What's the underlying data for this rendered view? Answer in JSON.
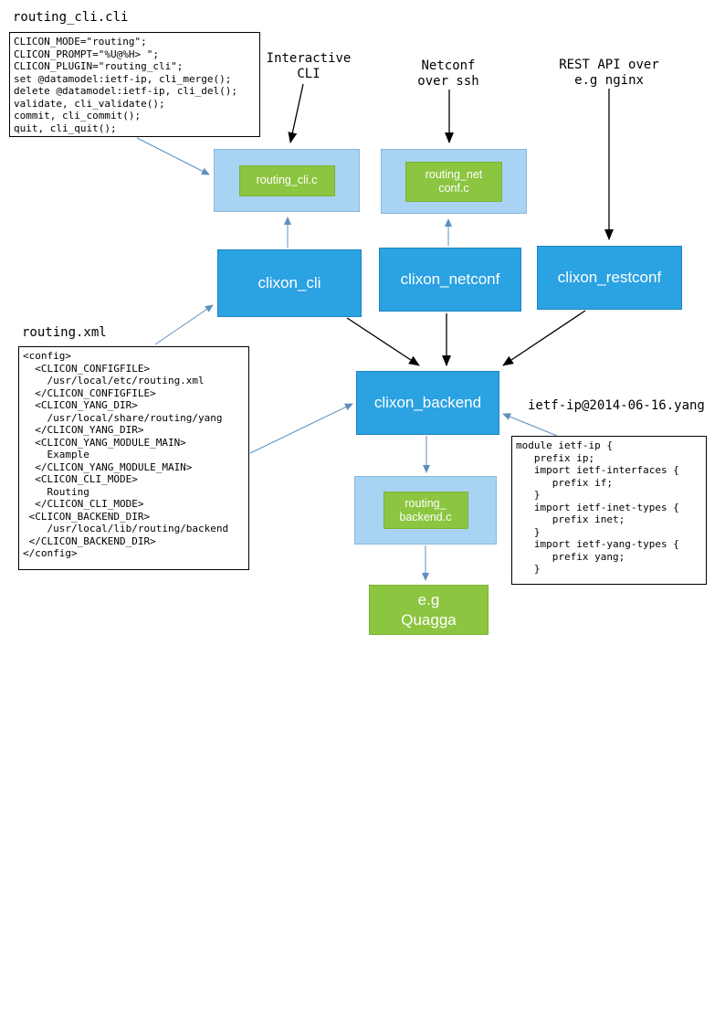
{
  "titles": {
    "cli_file": "routing_cli.cli",
    "xml_file": "routing.xml",
    "yang_file": "ietf-ip@2014-06-16.yang"
  },
  "annotations": {
    "interactive_cli": "Interactive\nCLI",
    "netconf_ssh": "Netconf\nover ssh",
    "rest_api": "REST API over\ne.g nginx"
  },
  "code": {
    "cli_file": "CLICON_MODE=\"routing\";\nCLICON_PROMPT=\"%U@%H> \";\nCLICON_PLUGIN=\"routing_cli\";\nset @datamodel:ietf-ip, cli_merge();\ndelete @datamodel:ietf-ip, cli_del();\nvalidate, cli_validate();\ncommit, cli_commit();\nquit, cli_quit();",
    "xml_file": "<config>\n  <CLICON_CONFIGFILE>\n    /usr/local/etc/routing.xml\n  </CLICON_CONFIGFILE>\n  <CLICON_YANG_DIR>\n    /usr/local/share/routing/yang\n  </CLICON_YANG_DIR>\n  <CLICON_YANG_MODULE_MAIN>\n    Example\n  </CLICON_YANG_MODULE_MAIN>\n  <CLICON_CLI_MODE>\n    Routing\n  </CLICON_CLI_MODE>\n <CLICON_BACKEND_DIR>\n    /usr/local/lib/routing/backend\n </CLICON_BACKEND_DIR>\n</config>",
    "yang_file": "module ietf-ip {\n   prefix ip;\n   import ietf-interfaces {\n      prefix if;\n   }\n   import ietf-inet-types {\n      prefix inet;\n   }\n   import ietf-yang-types {\n      prefix yang;\n   }"
  },
  "nodes": {
    "routing_cli_c": "routing_cli.c",
    "routing_netconf_c": "routing_net\nconf.c",
    "clixon_cli": "clixon_cli",
    "clixon_netconf": "clixon_netconf",
    "clixon_restconf": "clixon_restconf",
    "clixon_backend": "clixon_backend",
    "routing_backend_c": "routing_\nbackend.c",
    "quagga": "e.g\nQuagga"
  },
  "colors": {
    "node_blue": "#2BA2E2",
    "node_light_blue": "#A8D3F3",
    "node_green": "#8CC540",
    "connector_blue": "#5E8FBE",
    "connector_black": "#000000",
    "box_text": "#ffffff"
  }
}
